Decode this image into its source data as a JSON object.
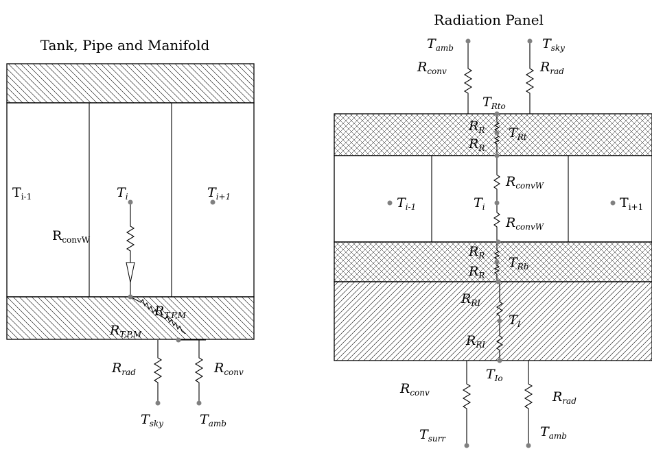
{
  "left_panel": {
    "title": "Tank, Pipe and Manifold",
    "nodes": {
      "t_prev": {
        "main": "T",
        "sub": "i-1"
      },
      "t_i": {
        "main": "T",
        "sub": "i"
      },
      "t_next": {
        "main": "T",
        "sub": "i+1"
      },
      "r_conv_w": {
        "main": "R",
        "sub": "convW"
      },
      "r_tpm_upper": {
        "main": "R",
        "sub": "T,P,M"
      },
      "r_tpm_lower": {
        "main": "R",
        "sub": "T,P,M"
      },
      "r_rad": {
        "main": "R",
        "sub": "rad"
      },
      "r_conv": {
        "main": "R",
        "sub": "conv"
      },
      "t_sky": {
        "main": "T",
        "sub": "sky"
      },
      "t_amb": {
        "main": "T",
        "sub": "amb"
      }
    }
  },
  "right_panel": {
    "title": "Radiation Panel",
    "nodes": {
      "t_amb_top": {
        "main": "T",
        "sub": "amb"
      },
      "t_sky_top": {
        "main": "T",
        "sub": "sky"
      },
      "r_conv_top": {
        "main": "R",
        "sub": "conv"
      },
      "r_rad_top": {
        "main": "R",
        "sub": "rad"
      },
      "t_rto": {
        "main": "T",
        "sub": "Rto"
      },
      "r_r1": {
        "main": "R",
        "sub": "R"
      },
      "r_r2": {
        "main": "R",
        "sub": "R"
      },
      "t_rt": {
        "main": "T",
        "sub": "Rt"
      },
      "r_conv_w1": {
        "main": "R",
        "sub": "convW"
      },
      "r_conv_w2": {
        "main": "R",
        "sub": "convW"
      },
      "t_prev": {
        "main": "T",
        "sub": "i-1"
      },
      "t_i": {
        "main": "T",
        "sub": "i"
      },
      "t_next": {
        "main": "T",
        "sub": "i+1"
      },
      "r_r3": {
        "main": "R",
        "sub": "R"
      },
      "r_r4": {
        "main": "R",
        "sub": "R"
      },
      "t_rb": {
        "main": "T",
        "sub": "Rb"
      },
      "r_ri1": {
        "main": "R",
        "sub": "RI"
      },
      "t_i_ins": {
        "main": "T",
        "sub": "I"
      },
      "r_ri2": {
        "main": "R",
        "sub": "RI"
      },
      "t_io": {
        "main": "T",
        "sub": "Io"
      },
      "r_conv_bot": {
        "main": "R",
        "sub": "conv"
      },
      "r_rad_bot": {
        "main": "R",
        "sub": "rad"
      },
      "t_surr": {
        "main": "T",
        "sub": "surr"
      },
      "t_amb_bot": {
        "main": "T",
        "sub": "amb"
      }
    }
  }
}
